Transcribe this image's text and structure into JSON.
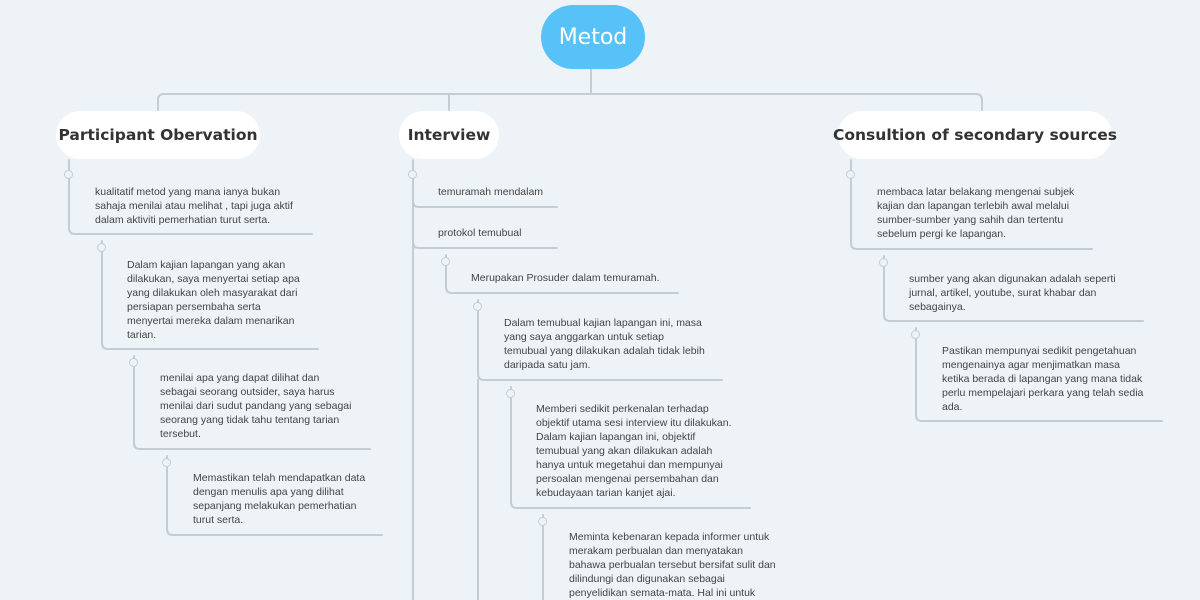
{
  "root": {
    "label": "Metod"
  },
  "branches": [
    {
      "label": "Participant Obervation",
      "items": [
        "kualitatif metod yang mana ianya bukan\nsahaja menilai atau melihat , tapi juga aktif\ndalam aktiviti pemerhatian turut serta.",
        "Dalam kajian lapangan yang akan\ndilakukan, saya menyertai setiap apa\nyang dilakukan oleh masyarakat dari\npersiapan persembaha serta\nmenyertai mereka dalam menarikan\ntarian.",
        "menilai apa yang dapat dilihat dan\nsebagai seorang outsider, saya harus\nmenilai dari sudut pandang yang sebagai\nseorang yang tidak tahu tentang tarian\ntersebut.",
        "Memastikan telah mendapatkan data\ndengan menulis apa yang dilihat\nsepanjang melakukan pemerhatian\nturut serta."
      ]
    },
    {
      "label": "Interview",
      "items": [
        "temuramah mendalam",
        "protokol temubual",
        "Merupakan Prosuder dalam temuramah.",
        "Dalam temubual kajian lapangan ini, masa\nyang saya anggarkan untuk setiap\ntemubual yang dilakukan adalah tidak lebih\ndaripada satu jam.",
        "Memberi sedikit perkenalan terhadap\nobjektif utama sesi interview itu dilakukan.\nDalam kajian lapangan ini, objektif\ntemubual yang akan dilakukan adalah\nhanya untuk megetahui dan mempunyai\npersoalan mengenai persembahan dan\nkebudayaan tarian kanjet ajai.",
        "Meminta kebenaran kepada informer untuk\nmerakam perbualan dan menyatakan\nbahawa perbualan tersebut bersifat sulit dan\ndilindungi dan digunakan sebagai\npenyelidikan semata-mata. Hal ini untuk"
      ]
    },
    {
      "label": "Consultion of secondary sources",
      "items": [
        "membaca latar belakang mengenai subjek\nkajian dan lapangan terlebih awal melalui\nsumber-sumber yang sahih dan tertentu\nsebelum pergi ke lapangan.",
        "sumber yang akan  digunakan adalah  seperti\njurnal, artikel, youtube, surat khabar dan\nsebagainya.",
        "Pastikan mempunyai sedikit pengetahuan\nmengenainya agar menjimatkan masa\nketika berada di lapangan yang mana tidak\nperlu mempelajari perkara yang telah sedia\nada."
      ]
    }
  ]
}
